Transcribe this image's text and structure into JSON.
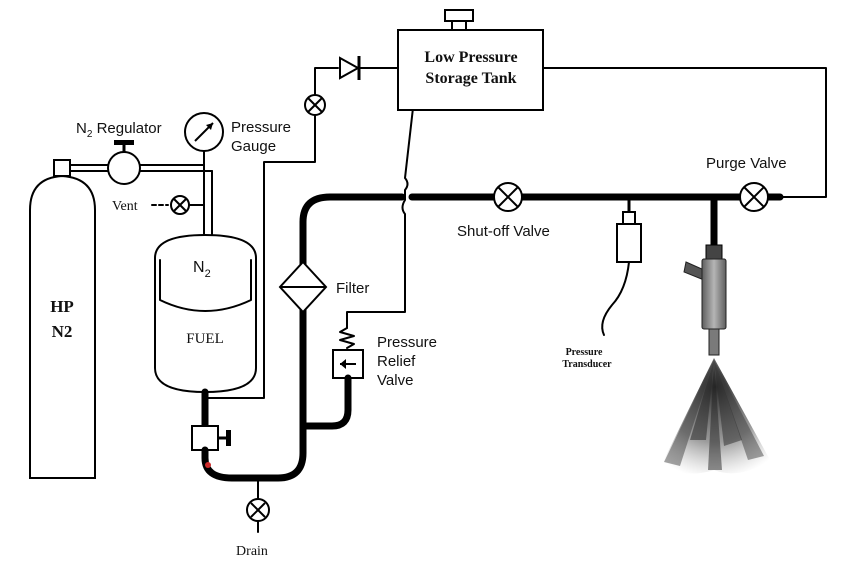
{
  "labels": {
    "cylinder_line1": "HP",
    "cylinder_line2": "N2",
    "regulator_n": "N",
    "regulator_sub": "2",
    "regulator_text": " Regulator",
    "pressure_gauge_line1": "Pressure",
    "pressure_gauge_line2": "Gauge",
    "vent": "Vent",
    "tank_n": "N",
    "tank_sub": "2",
    "fuel": "FUEL",
    "filter": "Filter",
    "relief_line1": "Pressure",
    "relief_line2": "Relief",
    "relief_line3": "Valve",
    "drain": "Drain",
    "storage_line1": "Low Pressure",
    "storage_line2": "Storage Tank",
    "shutoff": "Shut-off Valve",
    "purge": "Purge Valve",
    "transducer_line1": "Pressure",
    "transducer_line2": "Transducer"
  },
  "colors": {
    "line": "#000000",
    "cylinder_fill": "#ffffff",
    "drain_marker": "#cc2a2a",
    "injector_body": "#8c8c8c",
    "spray": "#3a3a3a"
  }
}
